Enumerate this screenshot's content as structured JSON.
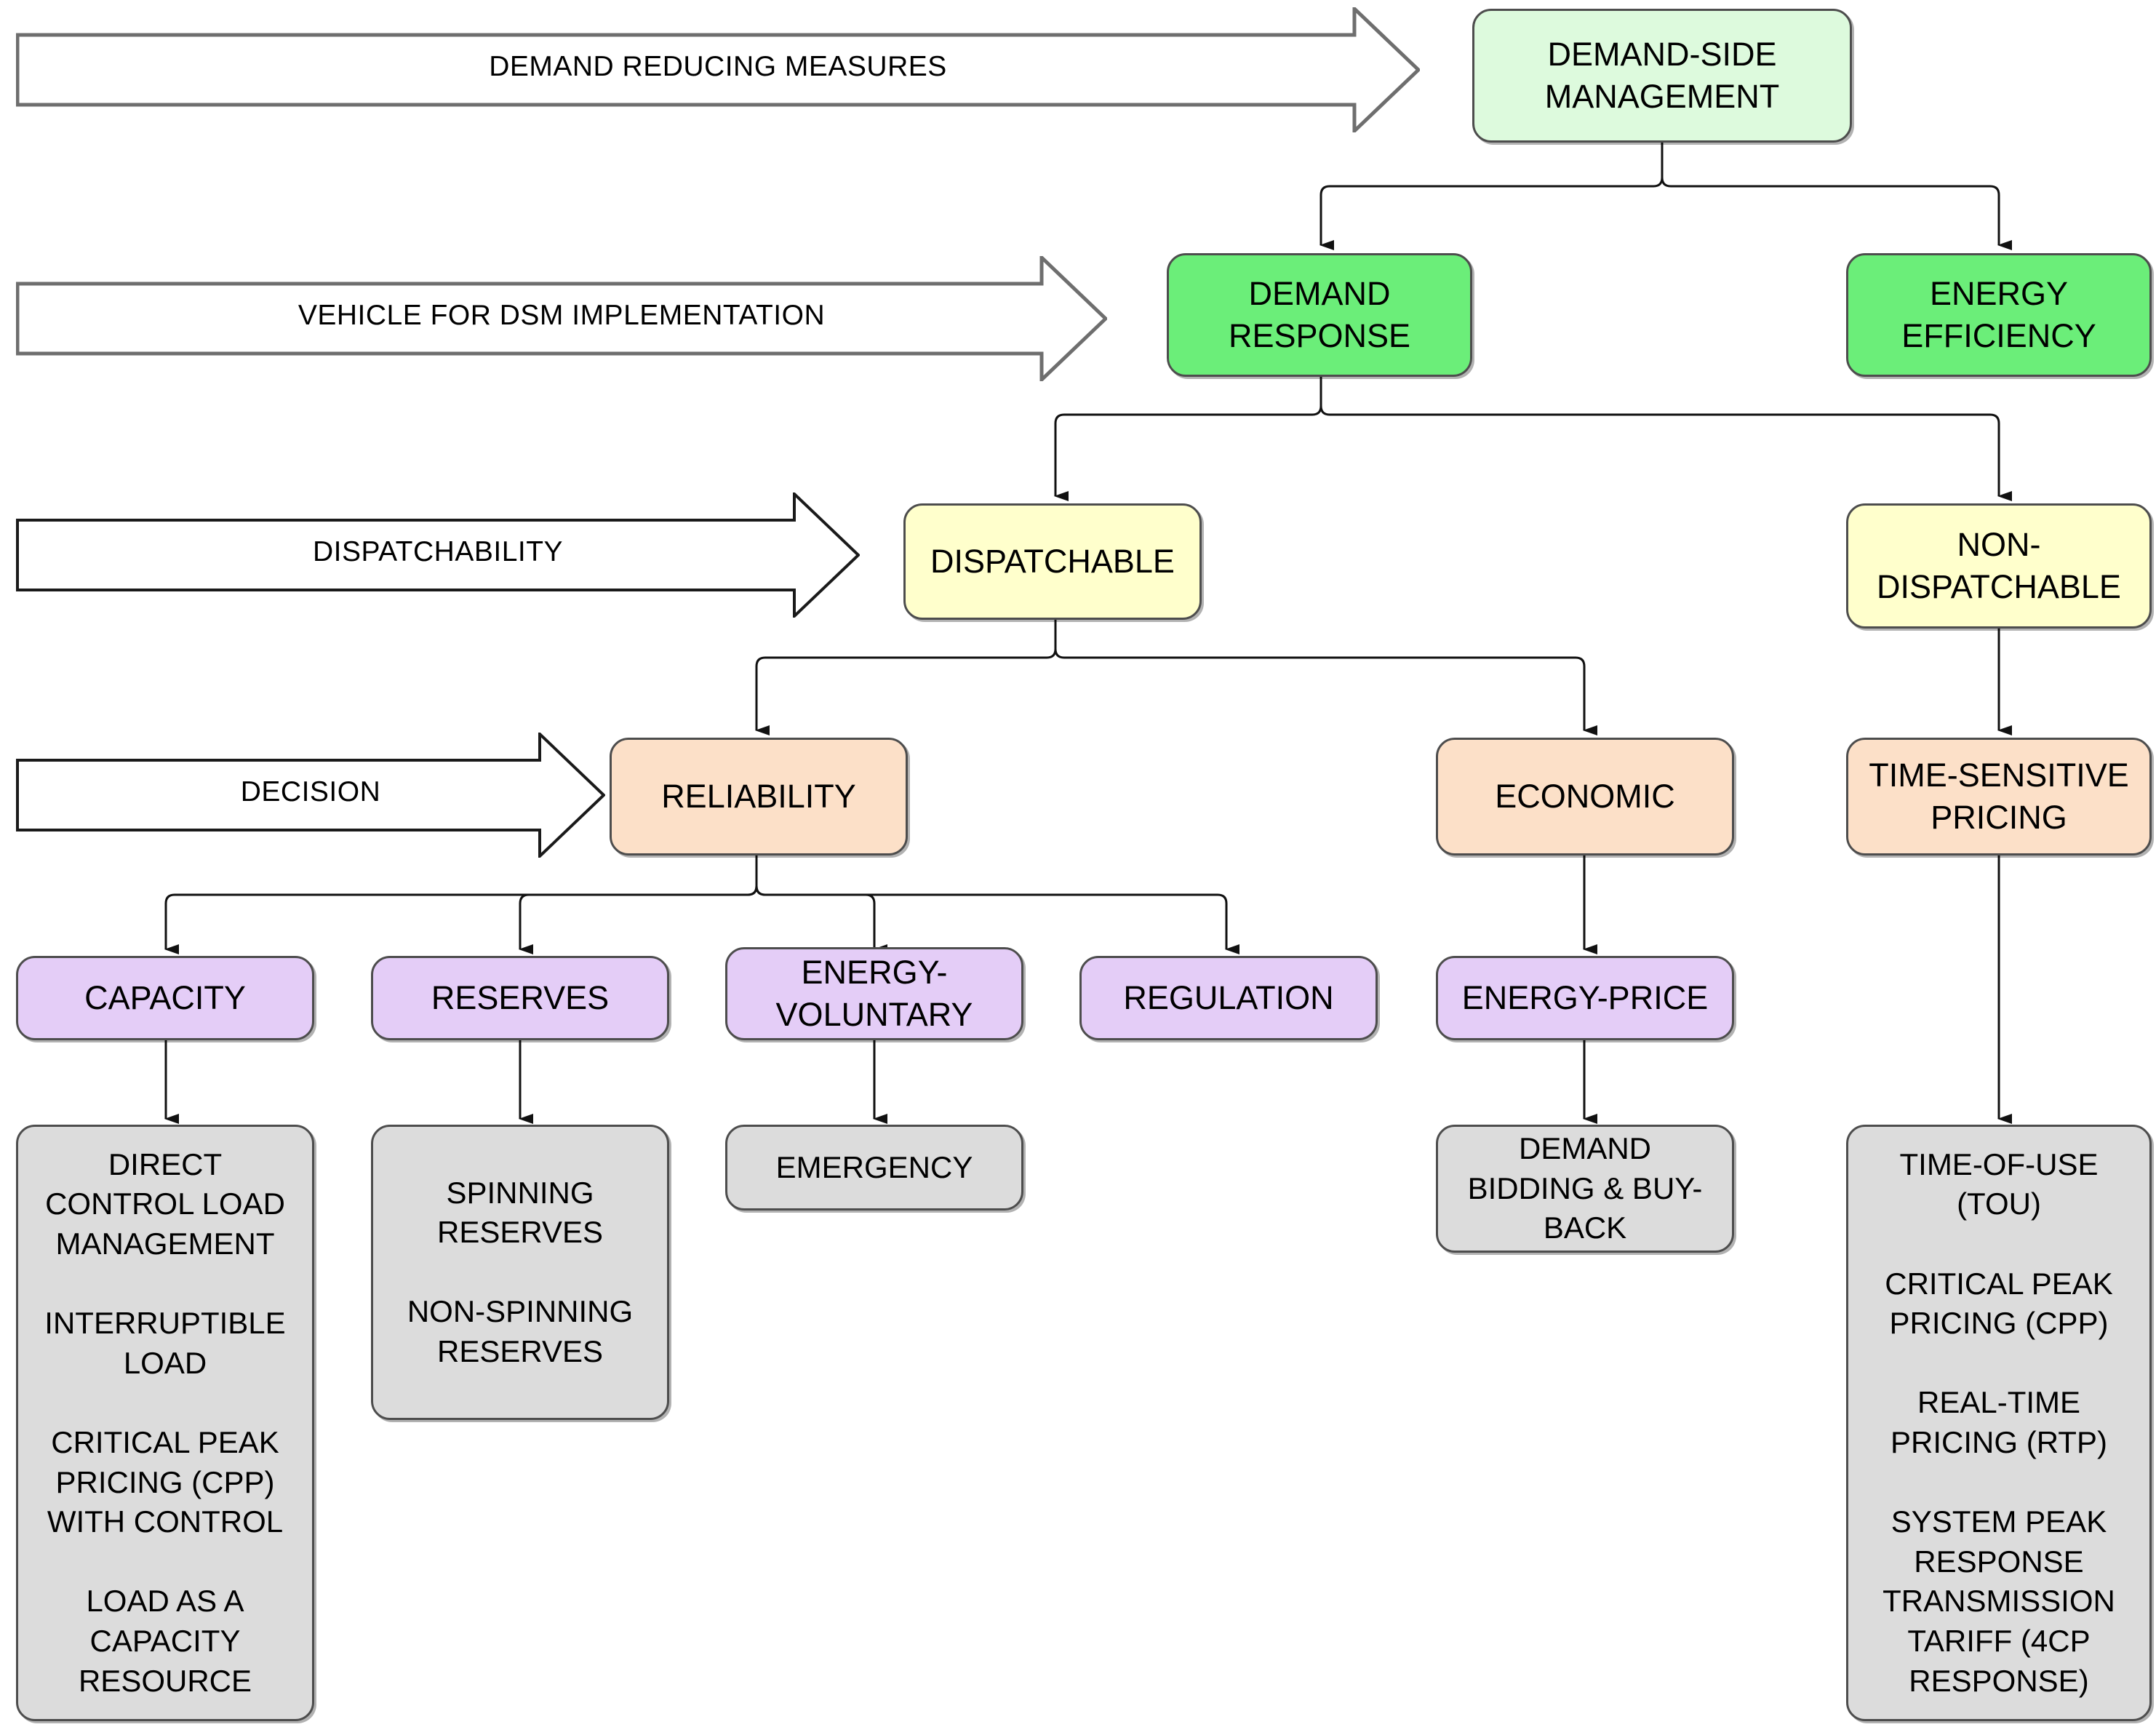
{
  "diagram": {
    "title": "Demand-Side Management Classification",
    "colors": {
      "green_light": "#ddfadd",
      "green": "#6bee79",
      "yellow": "#ffffcc",
      "peach": "#fce0c8",
      "purple": "#e4cdf7",
      "gray": "#dcdcdc",
      "border": "#4d4d4d",
      "edge": "#1a1a1a"
    },
    "banners": [
      {
        "id": "demand-reducing-measures",
        "label": "DEMAND REDUCING MEASURES"
      },
      {
        "id": "vehicle-for-dsm-implementation",
        "label": "VEHICLE FOR DSM IMPLEMENTATION"
      },
      {
        "id": "dispatchability",
        "label": "DISPATCHABILITY"
      },
      {
        "id": "decision",
        "label": "DECISION"
      }
    ],
    "nodes": {
      "dsm": "DEMAND-SIDE\nMANAGEMENT",
      "demand_response": "DEMAND\nRESPONSE",
      "energy_efficiency": "ENERGY\nEFFICIENCY",
      "dispatchable": "DISPATCHABLE",
      "non_dispatchable": "NON-\nDISPATCHABLE",
      "reliability": "RELIABILITY",
      "economic": "ECONOMIC",
      "time_sensitive_pricing": "TIME-SENSITIVE\nPRICING",
      "capacity": "CAPACITY",
      "reserves": "RESERVES",
      "energy_voluntary": "ENERGY-\nVOLUNTARY",
      "regulation": "REGULATION",
      "energy_price": "ENERGY-PRICE",
      "capacity_programs": "DIRECT\nCONTROL LOAD\nMANAGEMENT\n\nINTERRUPTIBLE\nLOAD\n\nCRITICAL PEAK\nPRICING (CPP)\nWITH CONTROL\n\nLOAD AS A\nCAPACITY\nRESOURCE",
      "reserves_programs": "SPINNING\nRESERVES\n\nNON-SPINNING\nRESERVES",
      "emergency": "EMERGENCY",
      "demand_bidding": "DEMAND\nBIDDING & BUY-\nBACK",
      "pricing_programs": "TIME-OF-USE\n(TOU)\n\nCRITICAL PEAK\nPRICING (CPP)\n\nREAL-TIME\nPRICING (RTP)\n\nSYSTEM PEAK\nRESPONSE\nTRANSMISSION\nTARIFF (4CP\nRESPONSE)"
    }
  }
}
